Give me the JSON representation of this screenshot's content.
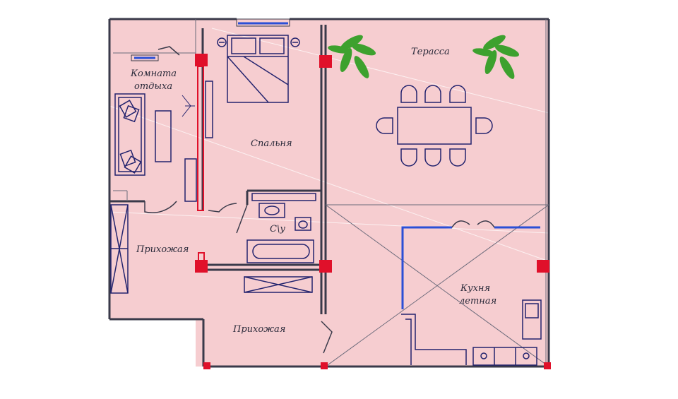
{
  "rooms": {
    "lounge_line1": "Комната",
    "lounge_line2": "отдыха",
    "bedroom": "Спальня",
    "terrace": "Терасса",
    "bathroom": "С\\у",
    "hallway_left": "Прихожая",
    "hallway_bottom": "Прихожая",
    "kitchen_line1": "Кухня",
    "kitchen_line2": "летная"
  },
  "colors": {
    "floor": "#f6cdd0",
    "wall": "#3a3a4a",
    "furniture": "#23236e",
    "column": "#e0102a",
    "window": "#2b4fd6",
    "plant": "#3da12e"
  }
}
